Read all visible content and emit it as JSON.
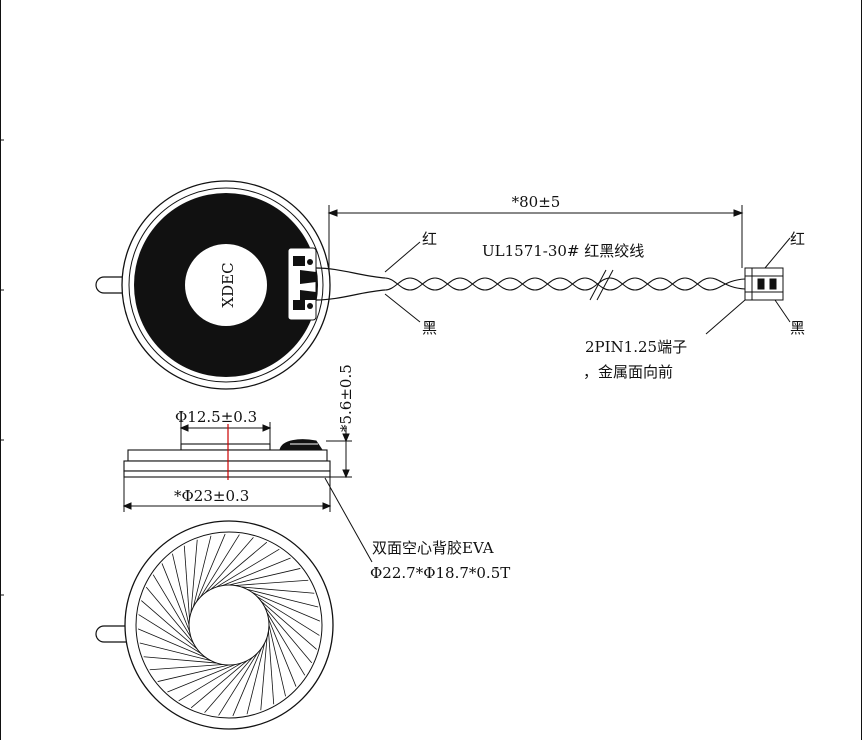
{
  "top_view": {
    "brand": "XDEC",
    "cable_length": "*80±5",
    "cable_spec": "UL1571-30# 红黑绞线",
    "wire_red": "红",
    "wire_black": "黑",
    "connector_red": "红",
    "connector_black": "黑",
    "connector_note_line1": "2PIN1.25端子",
    "connector_note_line2": "，金属面向前"
  },
  "side_view": {
    "inner_diameter": "Φ12.5±0.3",
    "outer_diameter": "*Φ23±0.3",
    "height": "*5.6±0.5"
  },
  "bottom_view": {
    "eva_note_line1": "双面空心背胶EVA",
    "eva_note_line2": "Φ22.7*Φ18.7*0.5T"
  },
  "colors": {
    "line": "#111111",
    "magnet": "#111111",
    "center_mark": "#cc0000"
  }
}
